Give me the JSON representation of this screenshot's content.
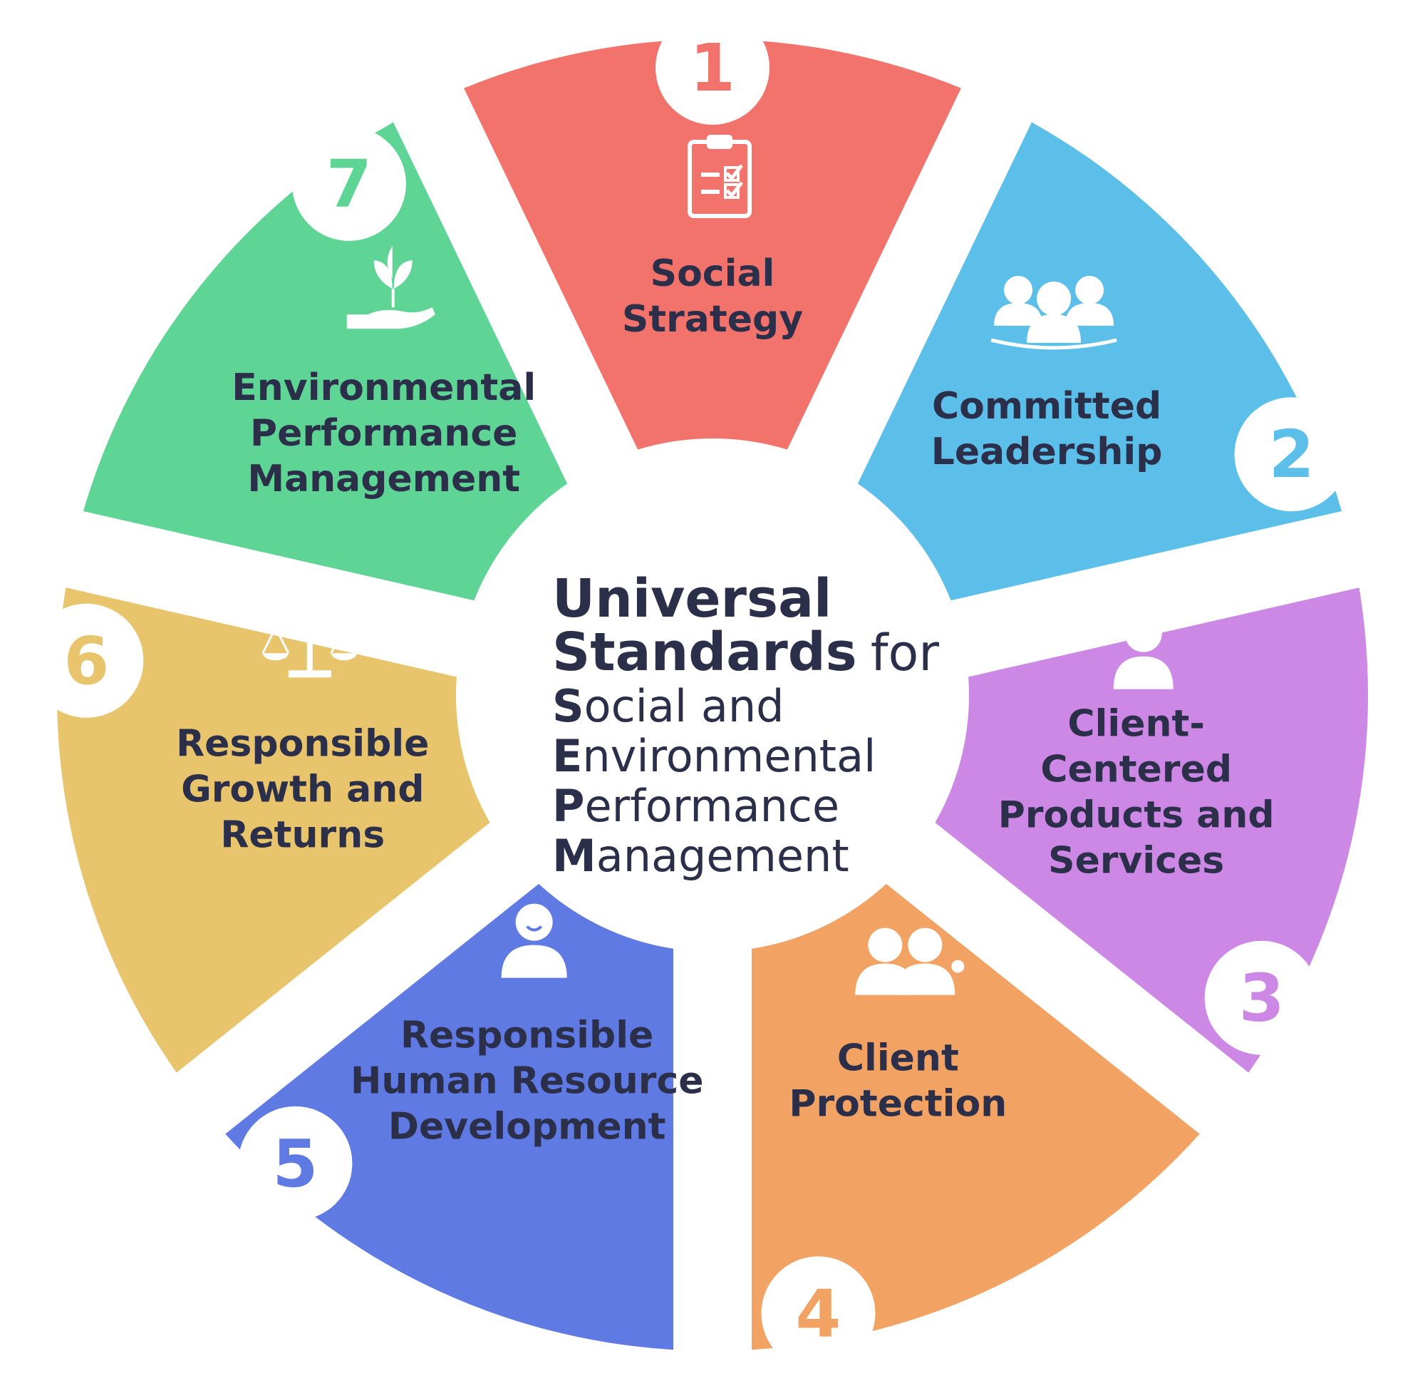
{
  "center": {
    "line1": "Universal",
    "line2_bold": "Standards",
    "line2_light": "for",
    "lines": [
      {
        "initial": "S",
        "rest": "ocial and"
      },
      {
        "initial": "E",
        "rest": "nvironmental"
      },
      {
        "initial": "P",
        "rest": "erformance"
      },
      {
        "initial": "M",
        "rest": "anagement"
      }
    ]
  },
  "segments": [
    {
      "number": "1",
      "label_lines": [
        "Social",
        "Strategy"
      ],
      "color": "#f2736b",
      "icon": "clipboard-checklist-icon"
    },
    {
      "number": "2",
      "label_lines": [
        "Committed",
        "Leadership"
      ],
      "color": "#5bbfea",
      "icon": "team-icon"
    },
    {
      "number": "3",
      "label_lines": [
        "Client-",
        "Centered",
        "Products and",
        "Services"
      ],
      "color": "#cd88e6",
      "icon": "client-assets-icon"
    },
    {
      "number": "4",
      "label_lines": [
        "Client",
        "Protection"
      ],
      "color": "#f2a263",
      "icon": "two-people-icon"
    },
    {
      "number": "5",
      "label_lines": [
        "Responsible",
        "Human Resource",
        "Development"
      ],
      "color": "#5f7ae2",
      "icon": "smiling-person-icon"
    },
    {
      "number": "6",
      "label_lines": [
        "Responsible",
        "Growth and",
        "Returns"
      ],
      "color": "#e8c56d",
      "icon": "balance-scale-icon"
    },
    {
      "number": "7",
      "label_lines": [
        "Environmental",
        "Performance",
        "Management"
      ],
      "color": "#5fd595",
      "icon": "hand-plant-icon"
    }
  ]
}
